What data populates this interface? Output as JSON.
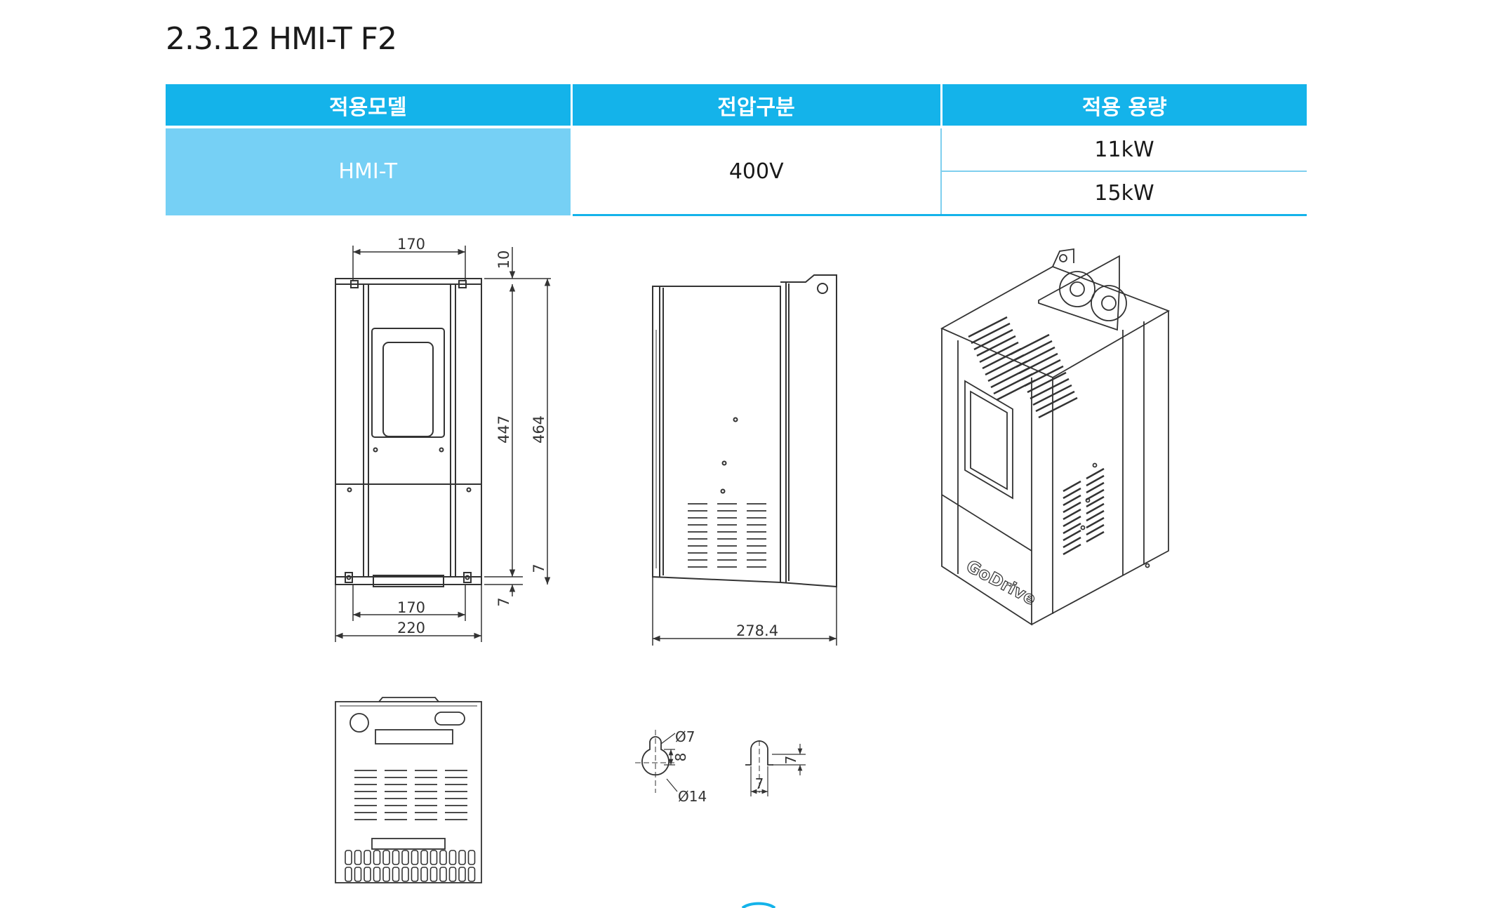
{
  "section_title": "2.3.12 HMI-T F2",
  "table": {
    "headers": [
      "적용모델",
      "전압구분",
      "적용 용량"
    ],
    "model": "HMI-T",
    "voltage": "400V",
    "capacities": [
      "11kW",
      "15kW"
    ]
  },
  "drawing": {
    "front_view": {
      "top_width": "170",
      "top_offset": "10",
      "inner_height": "447",
      "total_height": "464",
      "bottom_offset_a": "7",
      "bottom_offset_b": "7",
      "mount_width": "170",
      "total_width": "220"
    },
    "side_view": {
      "depth": "278.4"
    },
    "isometric_view": {
      "logo": "GoDrive"
    },
    "mount_hole_detail": {
      "small_dia": "Ø7",
      "large_dia": "Ø14",
      "slot_length": "8",
      "slot_height": "7",
      "slot_width": "7"
    }
  }
}
